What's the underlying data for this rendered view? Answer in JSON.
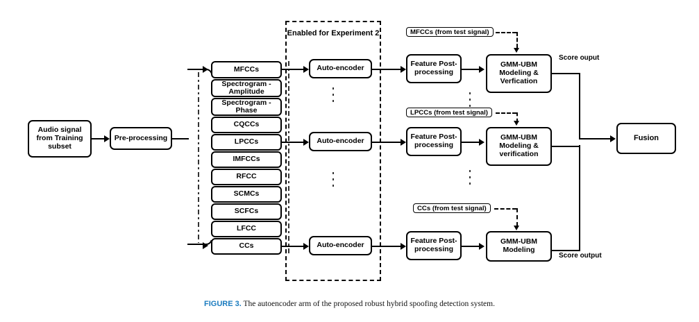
{
  "figure": {
    "number_label": "FIGURE 3.",
    "caption": "The autoencoder arm of the proposed robust hybrid spoofing detection system."
  },
  "input": {
    "audio_source_label": "Audio signal from Training subset",
    "preprocessing_label": "Pre-processing"
  },
  "features": {
    "items": [
      {
        "label": "MFCCs"
      },
      {
        "label": "Spectrogram - Amplitude"
      },
      {
        "label": "Spectrogram - Phase"
      },
      {
        "label": "CQCCs"
      },
      {
        "label": "LPCCs"
      },
      {
        "label": "IMFCCs"
      },
      {
        "label": "RFCC"
      },
      {
        "label": "SCMCs"
      },
      {
        "label": "SCFCs"
      },
      {
        "label": "LFCC"
      },
      {
        "label": "CCs"
      }
    ]
  },
  "autoencoder_group": {
    "title": "Enabled for Experiment 2",
    "blocks": [
      {
        "label": "Auto-encoder"
      },
      {
        "label": "Auto-encoder"
      },
      {
        "label": "Auto-encoder"
      }
    ]
  },
  "postprocessing": {
    "blocks": [
      {
        "label": "Feature Post-processing"
      },
      {
        "label": "Feature Post-processing"
      },
      {
        "label": "Feature Post-processing"
      }
    ]
  },
  "modeling": {
    "blocks": [
      {
        "label": "GMM-UBM Modeling & Verfication"
      },
      {
        "label": "GMM-UBM Modeling & verification"
      },
      {
        "label": "GMM-UBM Modeling"
      }
    ]
  },
  "test_signal_inputs": [
    {
      "label": "MFCCs (from test signal)"
    },
    {
      "label": "LPCCs (from test signal)"
    },
    {
      "label": "CCs (from test signal)"
    }
  ],
  "score_outputs": [
    {
      "label": "Score ouput"
    },
    {
      "label": "Score output"
    }
  ],
  "fusion": {
    "label": "Fusion"
  },
  "colors": {
    "stroke": "#000000",
    "background": "#ffffff",
    "figure_number": "#1a7bbf"
  }
}
